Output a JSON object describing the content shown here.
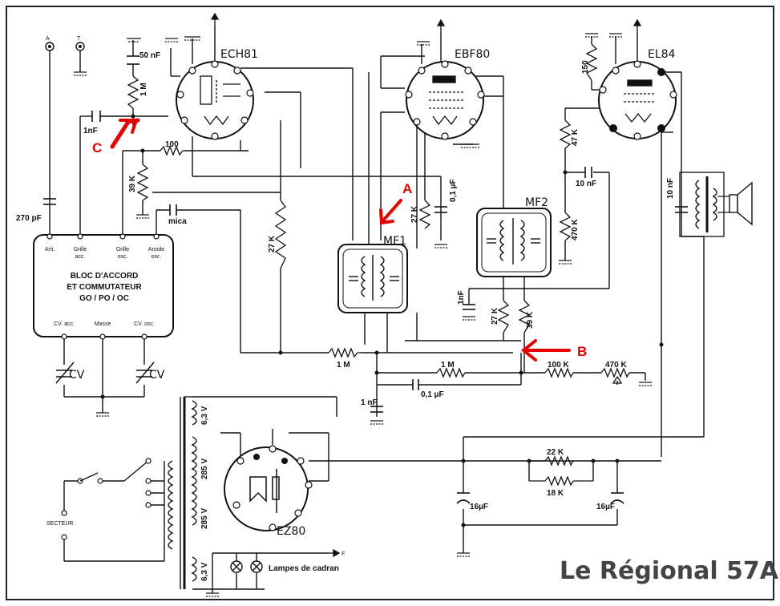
{
  "title": "Le Régional 57A",
  "tubes": {
    "ech81": "ECH81",
    "ebf80": "EBF80",
    "el84": "EL84",
    "ez80": "EZ80"
  },
  "terminals": {
    "a": "A",
    "t": "T"
  },
  "block": {
    "line1": "BLOC D'ACCORD",
    "line2": "ET COMMUTATEUR",
    "line3": "GO / PO / OC",
    "ant": "Ant.",
    "grille_acc_1": "Grille",
    "grille_acc_2": "acc.",
    "grille_osc_1": "Grille",
    "grille_osc_2": "osc.",
    "anode_1": "Anode",
    "anode_2": "osc.",
    "cvacc": "CV. acc.",
    "masse": "Masse",
    "cvosc": "CV. osc."
  },
  "components": {
    "c50n": "50 nF",
    "r1m_top": "1 M",
    "c1n_left": "1nF",
    "r100": "100",
    "r39k_left": "39 K",
    "c270p": "270 pF",
    "mica": "mica",
    "r27k_mid": "27 K",
    "r27k_ebf": "27 K",
    "c01u": "0,1 µF",
    "mf1": "MF1",
    "mf2": "MF2",
    "r150": "150",
    "r47k": "47 K",
    "c10n_mid": "10 nF",
    "r470k_v": "470 K",
    "c10n_right": "10 nF",
    "c1n_mf2": "1nF",
    "r27k_mf2": "27 K",
    "r39k_mf2": "39 K",
    "r1m_bottom": "1 M",
    "r1m_mid": "1 M",
    "r100k": "100 K",
    "r470k_h": "470 K",
    "c1n_bottom": "1 nF",
    "c01u_bottom": "0,1 µF",
    "cv1": "CV",
    "cv2": "CV",
    "v63_top": "6,3 V",
    "v285_1": "285 V",
    "v285_2": "285 V",
    "v63_bottom": "6,3 V",
    "secteur": "SECTEUR",
    "lampes": "Lampes de cadran",
    "f": "F",
    "r22k": "22 K",
    "r18k": "18 K",
    "c16u_left": "16µF",
    "c16u_right": "16µF"
  },
  "markers": {
    "a": "A",
    "b": "B",
    "c": "C"
  },
  "colors": {
    "wire": "#111111",
    "marker": "#e60000",
    "border": "#222222",
    "title": "#444444"
  }
}
